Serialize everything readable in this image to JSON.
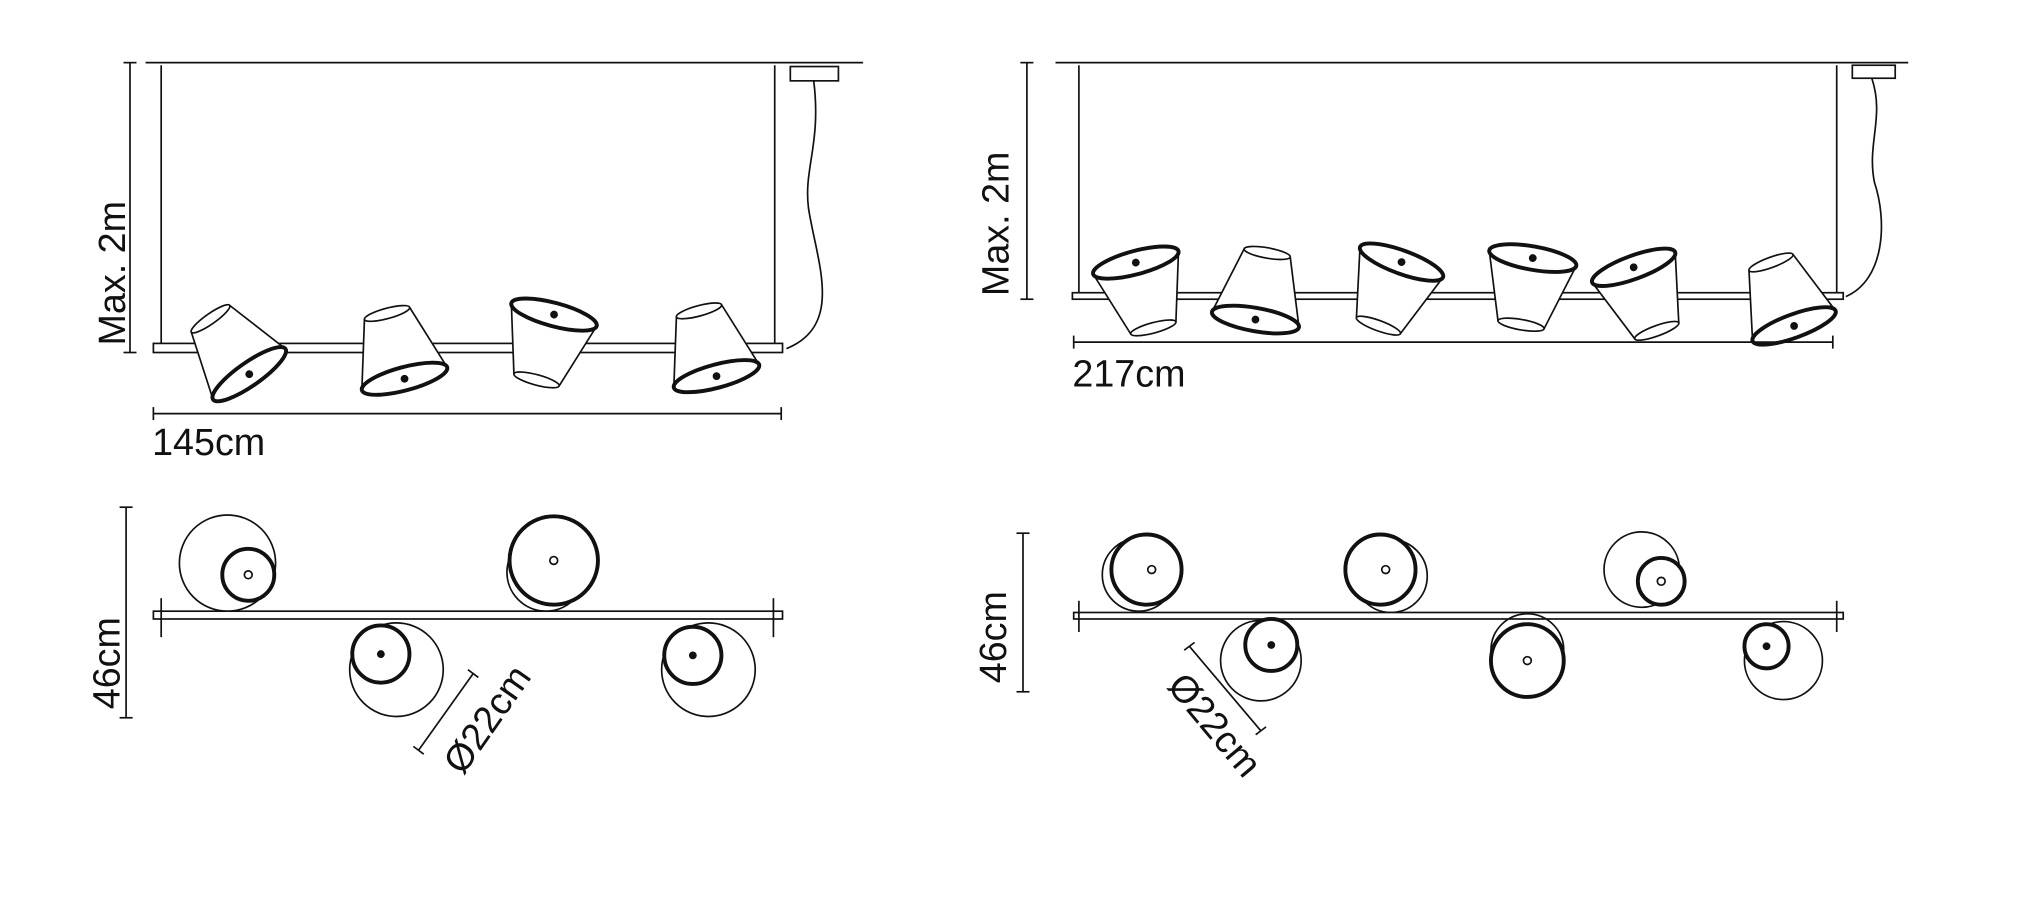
{
  "views": {
    "front_4": {
      "height_label": "Max. 2m",
      "width_label": "145cm"
    },
    "front_6": {
      "height_label": "Max. 2m",
      "width_label": "217cm"
    },
    "top_4": {
      "depth_label": "46cm",
      "diameter_label": "Ø22cm"
    },
    "top_6": {
      "depth_label": "46cm",
      "diameter_label": "Ø22cm"
    }
  }
}
